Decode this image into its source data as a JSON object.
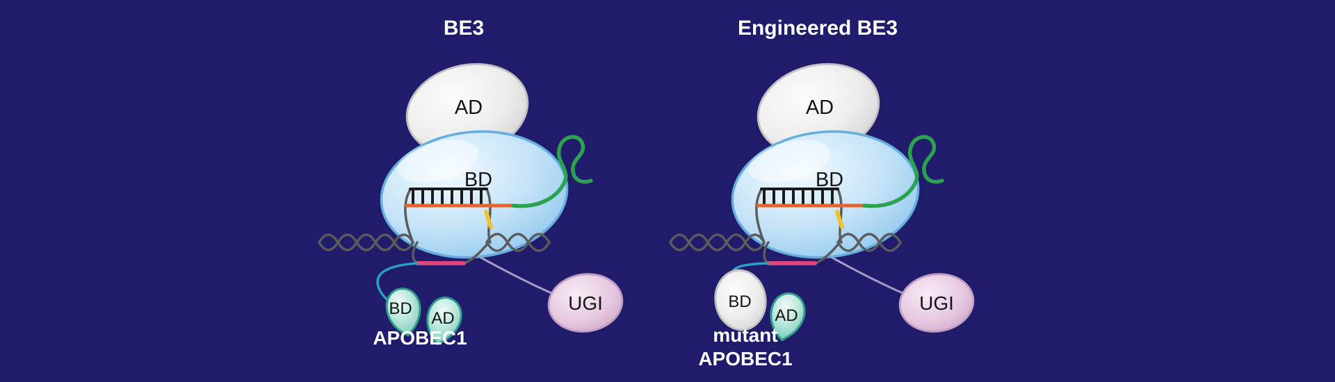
{
  "colors": {
    "background": "#201c6b",
    "sgrna_green": "#2aa24f",
    "spacer_orange": "#e8632c",
    "editing_pink": "#e0457b",
    "pam_yellow": "#f2c12e",
    "linker_cyan": "#2e9fc4",
    "linker_purple": "#a79cc8",
    "dna_gray": "#5b5b5b",
    "basepair_black": "#1a1a1a",
    "cas9_blue_stroke": "#66aede",
    "ad_gray_stroke": "#c2c2c2",
    "apobec_teal_stroke": "#2f9e8d",
    "ugi_stroke": "#c49fc4"
  },
  "panels": [
    {
      "title": "BE3",
      "cas9_ad_label": "AD",
      "cas9_bd_label": "BD",
      "apobec_bd_label": "BD",
      "apobec_ad_label": "AD",
      "apobec_name": "APOBEC1",
      "ugi_label": "UGI"
    },
    {
      "title": "Engineered BE3",
      "cas9_ad_label": "AD",
      "cas9_bd_label": "BD",
      "apobec_bd_label": "BD",
      "apobec_ad_label": "AD",
      "apobec_name_line1": "mutant",
      "apobec_name_line2": "APOBEC1",
      "ugi_label": "UGI"
    }
  ]
}
